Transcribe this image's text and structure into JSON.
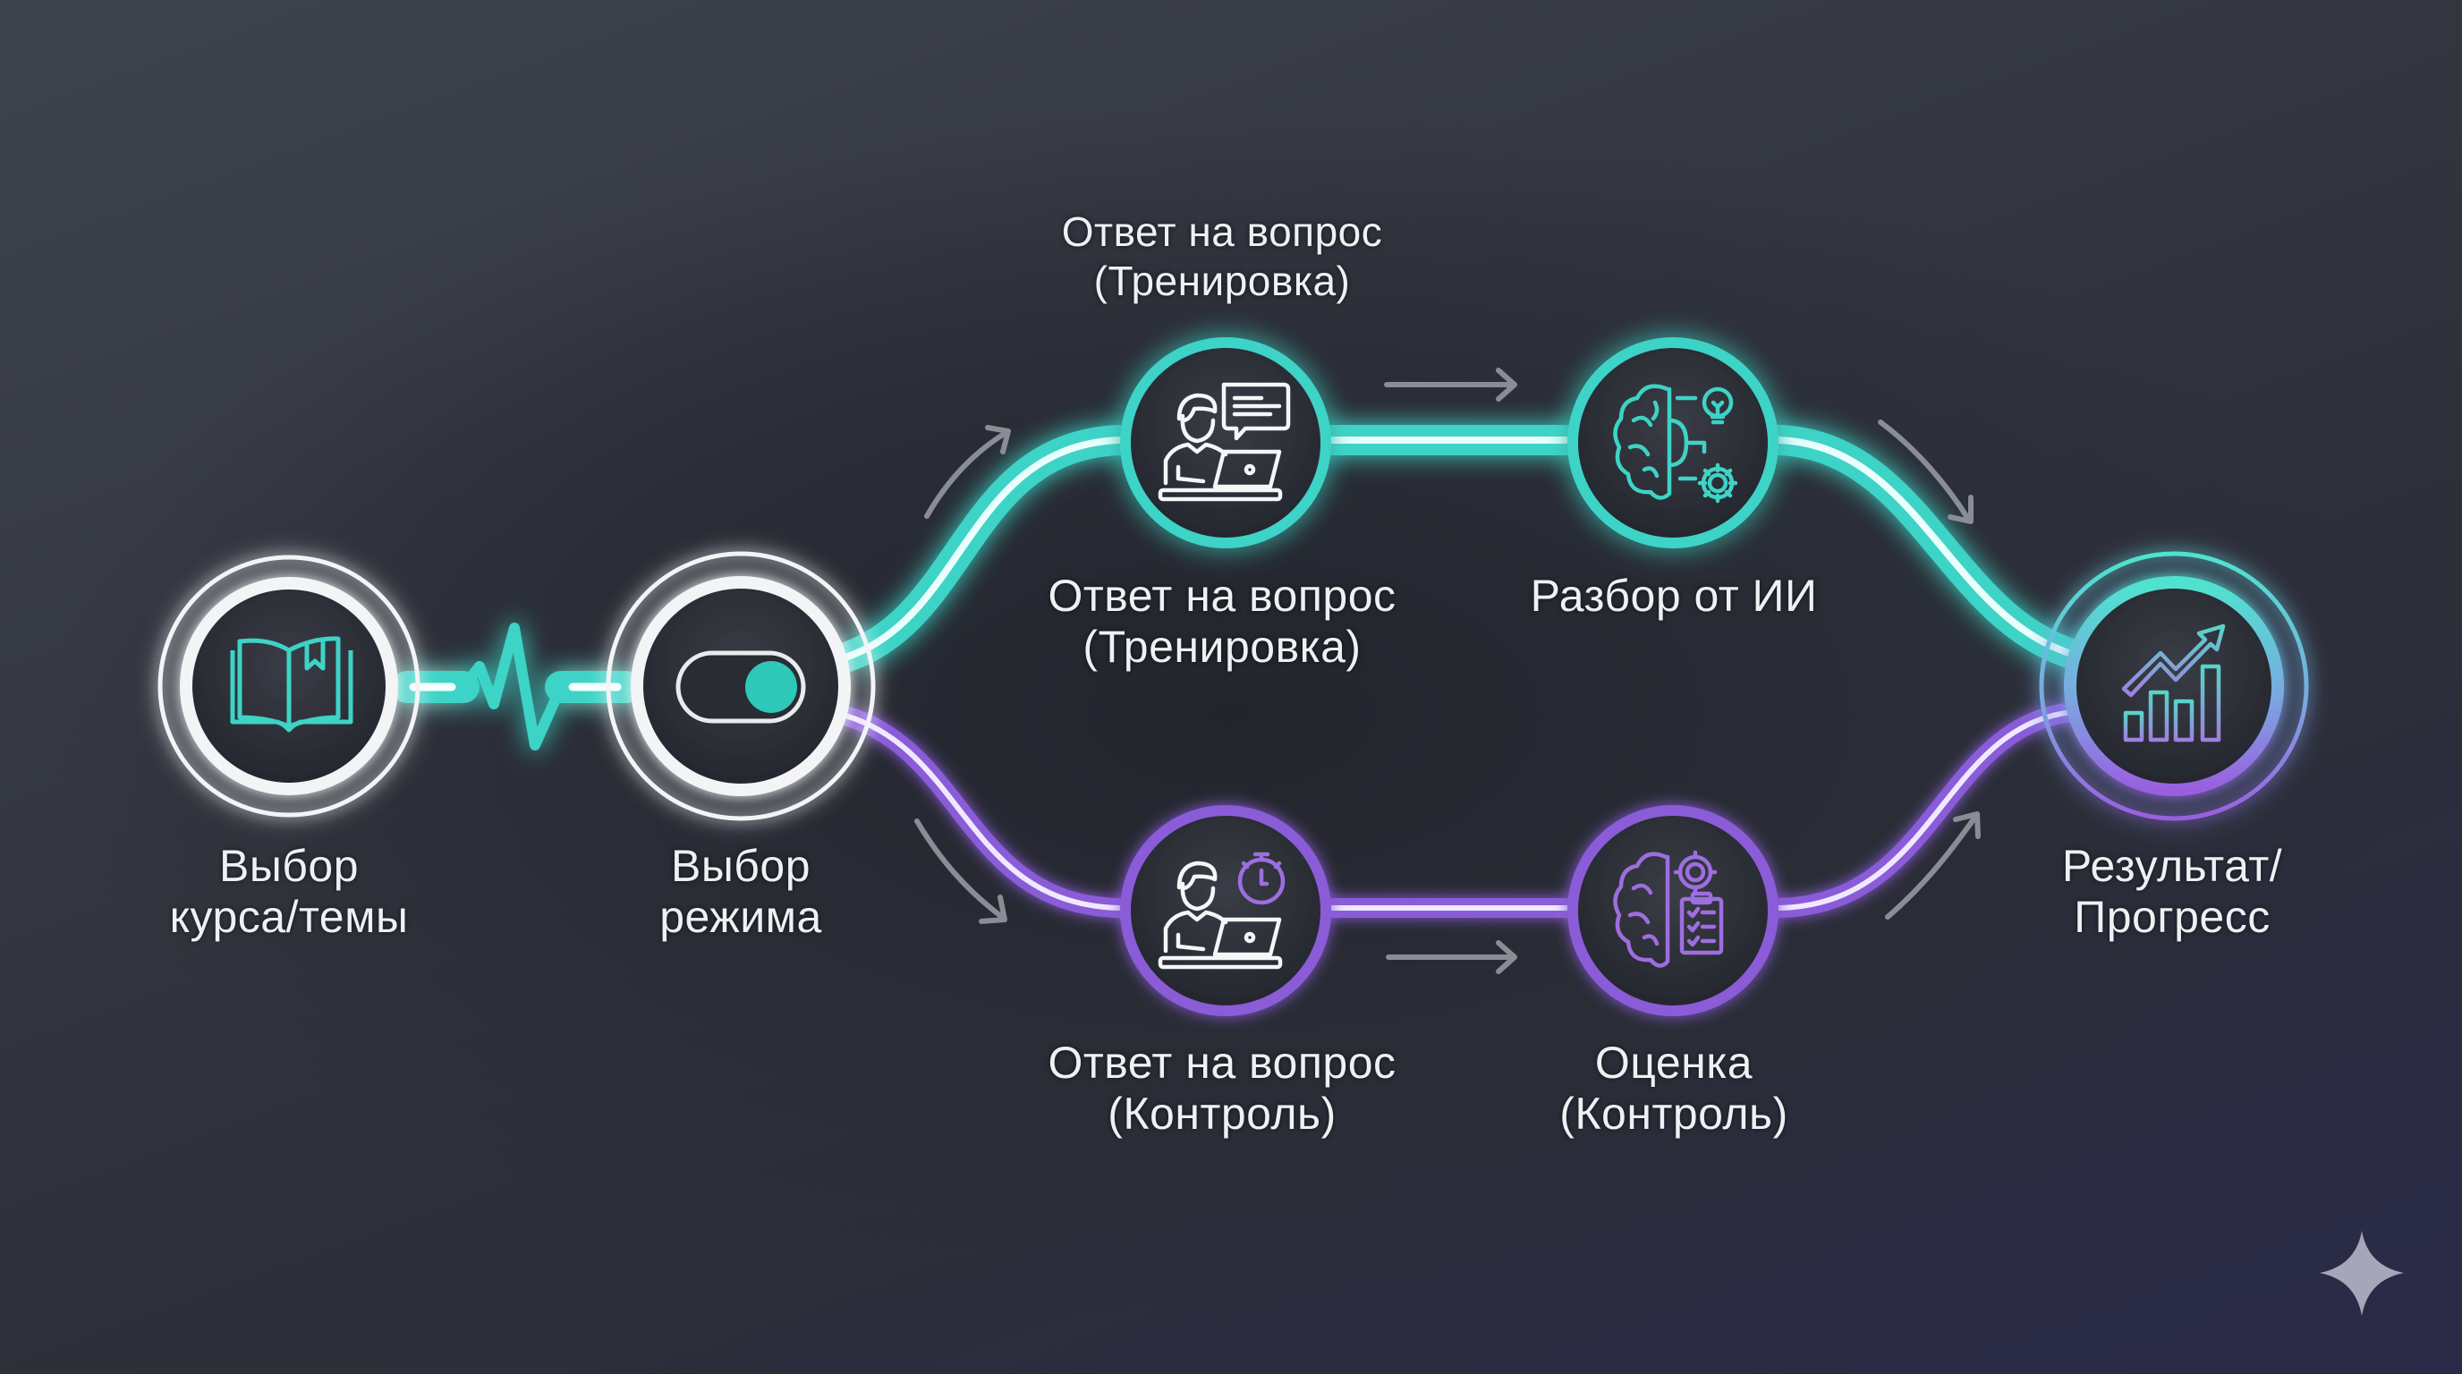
{
  "colors": {
    "teal": "#3ed3c6",
    "purple": "#8a5cd8",
    "white": "#f2f4f6",
    "node_fill": "#2b2d35",
    "arrow_gray": "#8a8d96",
    "text": "#eef0f3",
    "sparkle": "#a5a7b8"
  },
  "nodes": {
    "course": {
      "icon": "open-book-icon",
      "line1": "Выбор",
      "line2": "курса/темы"
    },
    "mode": {
      "icon": "toggle-switch-icon",
      "line1": "Выбор",
      "line2": "режима"
    },
    "train_answer": {
      "icon": "person-laptop-chat-icon",
      "top_line1": "Ответ на вопрос",
      "top_line2": "(Тренировка)",
      "line1": "Ответ на вопрос",
      "line2": "(Тренировка)"
    },
    "ai_review": {
      "icon": "brain-gears-lightbulb-icon",
      "line1": "Разбор от ИИ"
    },
    "result": {
      "icon": "bar-chart-growth-icon",
      "line1": "Результат/",
      "line2": "Прогресс"
    },
    "control_answer": {
      "icon": "person-laptop-stopwatch-icon",
      "line1": "Ответ на вопрос",
      "line2": "(Контроль)"
    },
    "control_grade": {
      "icon": "brain-gear-checklist-icon",
      "line1": "Оценка",
      "line2": "(Контроль)"
    }
  },
  "paths": [
    {
      "name": "training-path",
      "color": "teal"
    },
    {
      "name": "control-path",
      "color": "purple"
    }
  ],
  "watermark": {
    "icon": "sparkle-icon"
  }
}
